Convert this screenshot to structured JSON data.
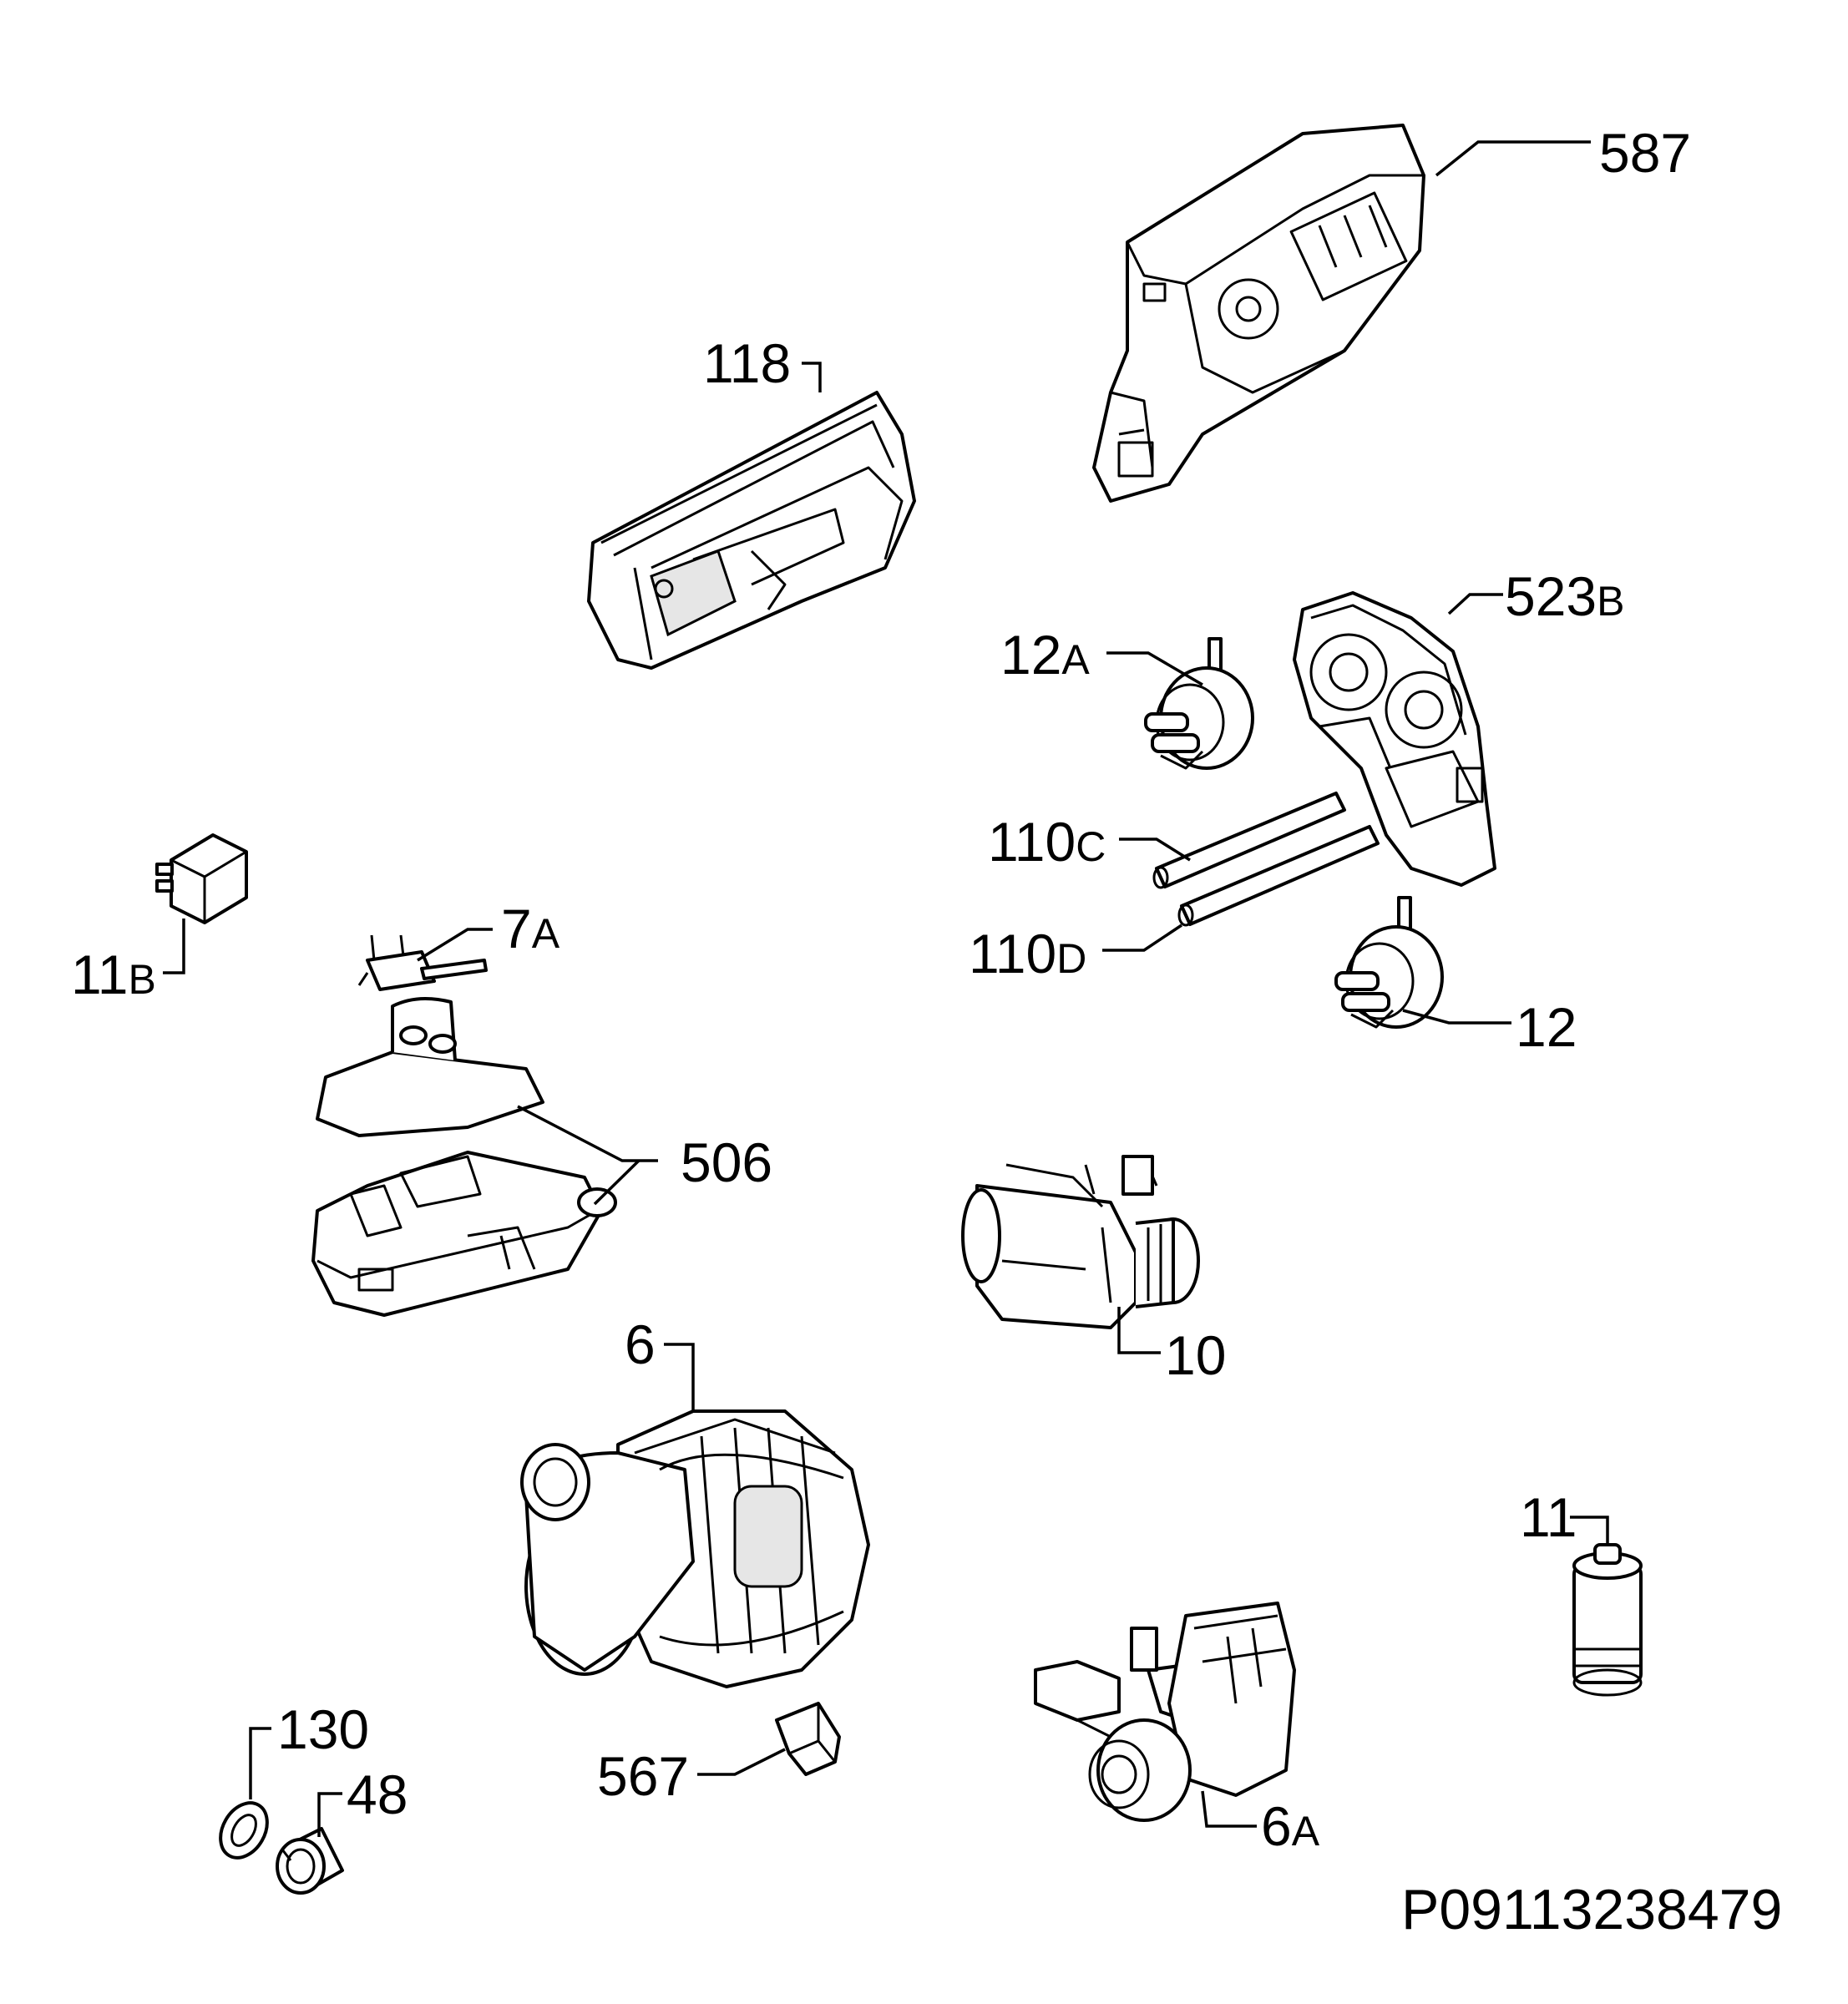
{
  "diagram_code": "P09113238479",
  "labels": [
    {
      "id": "587",
      "num": "587",
      "suffix": ""
    },
    {
      "id": "118",
      "num": "118",
      "suffix": ""
    },
    {
      "id": "523B",
      "num": "523",
      "suffix": "B"
    },
    {
      "id": "12A",
      "num": "12",
      "suffix": "A"
    },
    {
      "id": "110C",
      "num": "110",
      "suffix": "C"
    },
    {
      "id": "110D",
      "num": "110",
      "suffix": "D"
    },
    {
      "id": "12",
      "num": "12",
      "suffix": ""
    },
    {
      "id": "11B",
      "num": "11",
      "suffix": "B"
    },
    {
      "id": "7A",
      "num": "7",
      "suffix": "A"
    },
    {
      "id": "506",
      "num": "506",
      "suffix": ""
    },
    {
      "id": "10",
      "num": "10",
      "suffix": ""
    },
    {
      "id": "6",
      "num": "6",
      "suffix": ""
    },
    {
      "id": "11",
      "num": "11",
      "suffix": ""
    },
    {
      "id": "130",
      "num": "130",
      "suffix": ""
    },
    {
      "id": "48",
      "num": "48",
      "suffix": ""
    },
    {
      "id": "567",
      "num": "567",
      "suffix": ""
    },
    {
      "id": "6A",
      "num": "6",
      "suffix": "A"
    }
  ]
}
